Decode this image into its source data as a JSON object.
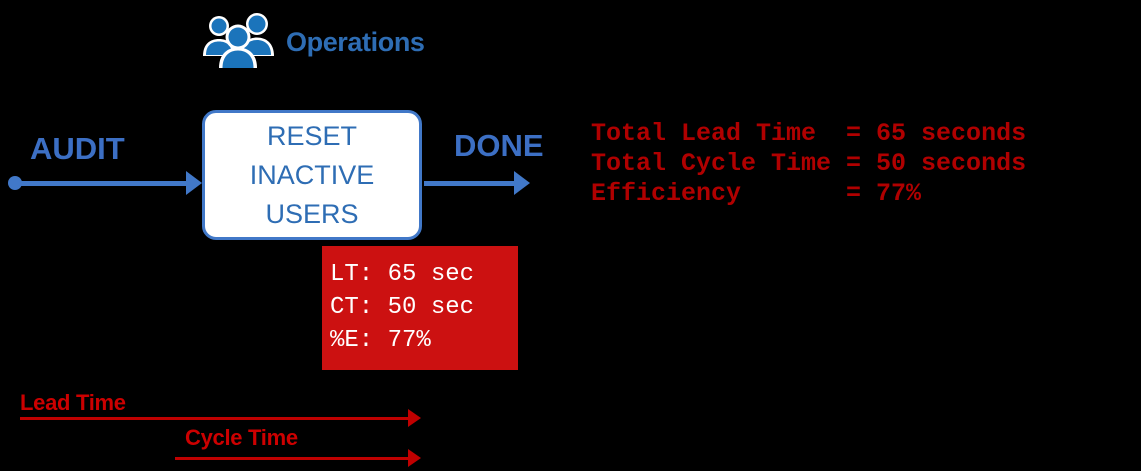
{
  "diagram": {
    "swimlane": {
      "icon": "group-of-people-icon",
      "label": "Operations",
      "color": "#2E6DB4"
    },
    "process": {
      "label": "RESET\nINACTIVE\nUSERS",
      "label_line1": "RESET",
      "label_line2": "INACTIVE",
      "label_line3": "USERS",
      "border_color": "#4178C8",
      "fill_color": "#FFFFFF"
    },
    "flow": {
      "input_label": "AUDIT",
      "output_label": "DONE",
      "arrow_color": "#4178C8",
      "start_marker": "round-dot",
      "end_marker": "arrow-head"
    },
    "data_box": {
      "background_color": "#CC1111",
      "text_color": "#FFFFFF",
      "lines": [
        "LT: 65 sec",
        "CT: 50 sec",
        "%E: 77%"
      ]
    },
    "summary": {
      "text_color": "#B00000",
      "lines": [
        "Total Lead Time  = 65 seconds",
        "Total Cycle Time = 50 seconds",
        "Efficiency       = 77%"
      ],
      "rows": [
        {
          "metric": "Total Lead Time",
          "operator": "=",
          "value": "65 seconds"
        },
        {
          "metric": "Total Cycle Time",
          "operator": "=",
          "value": "50 seconds"
        },
        {
          "metric": "Efficiency",
          "operator": "=",
          "value": "77%"
        }
      ]
    },
    "timeline": {
      "arrow_color": "#C00000",
      "lead_label": "Lead Time",
      "cycle_label": "Cycle Time"
    }
  },
  "metrics": {
    "lead_time_seconds": 65,
    "cycle_time_seconds": 50,
    "efficiency_percent": 77
  }
}
